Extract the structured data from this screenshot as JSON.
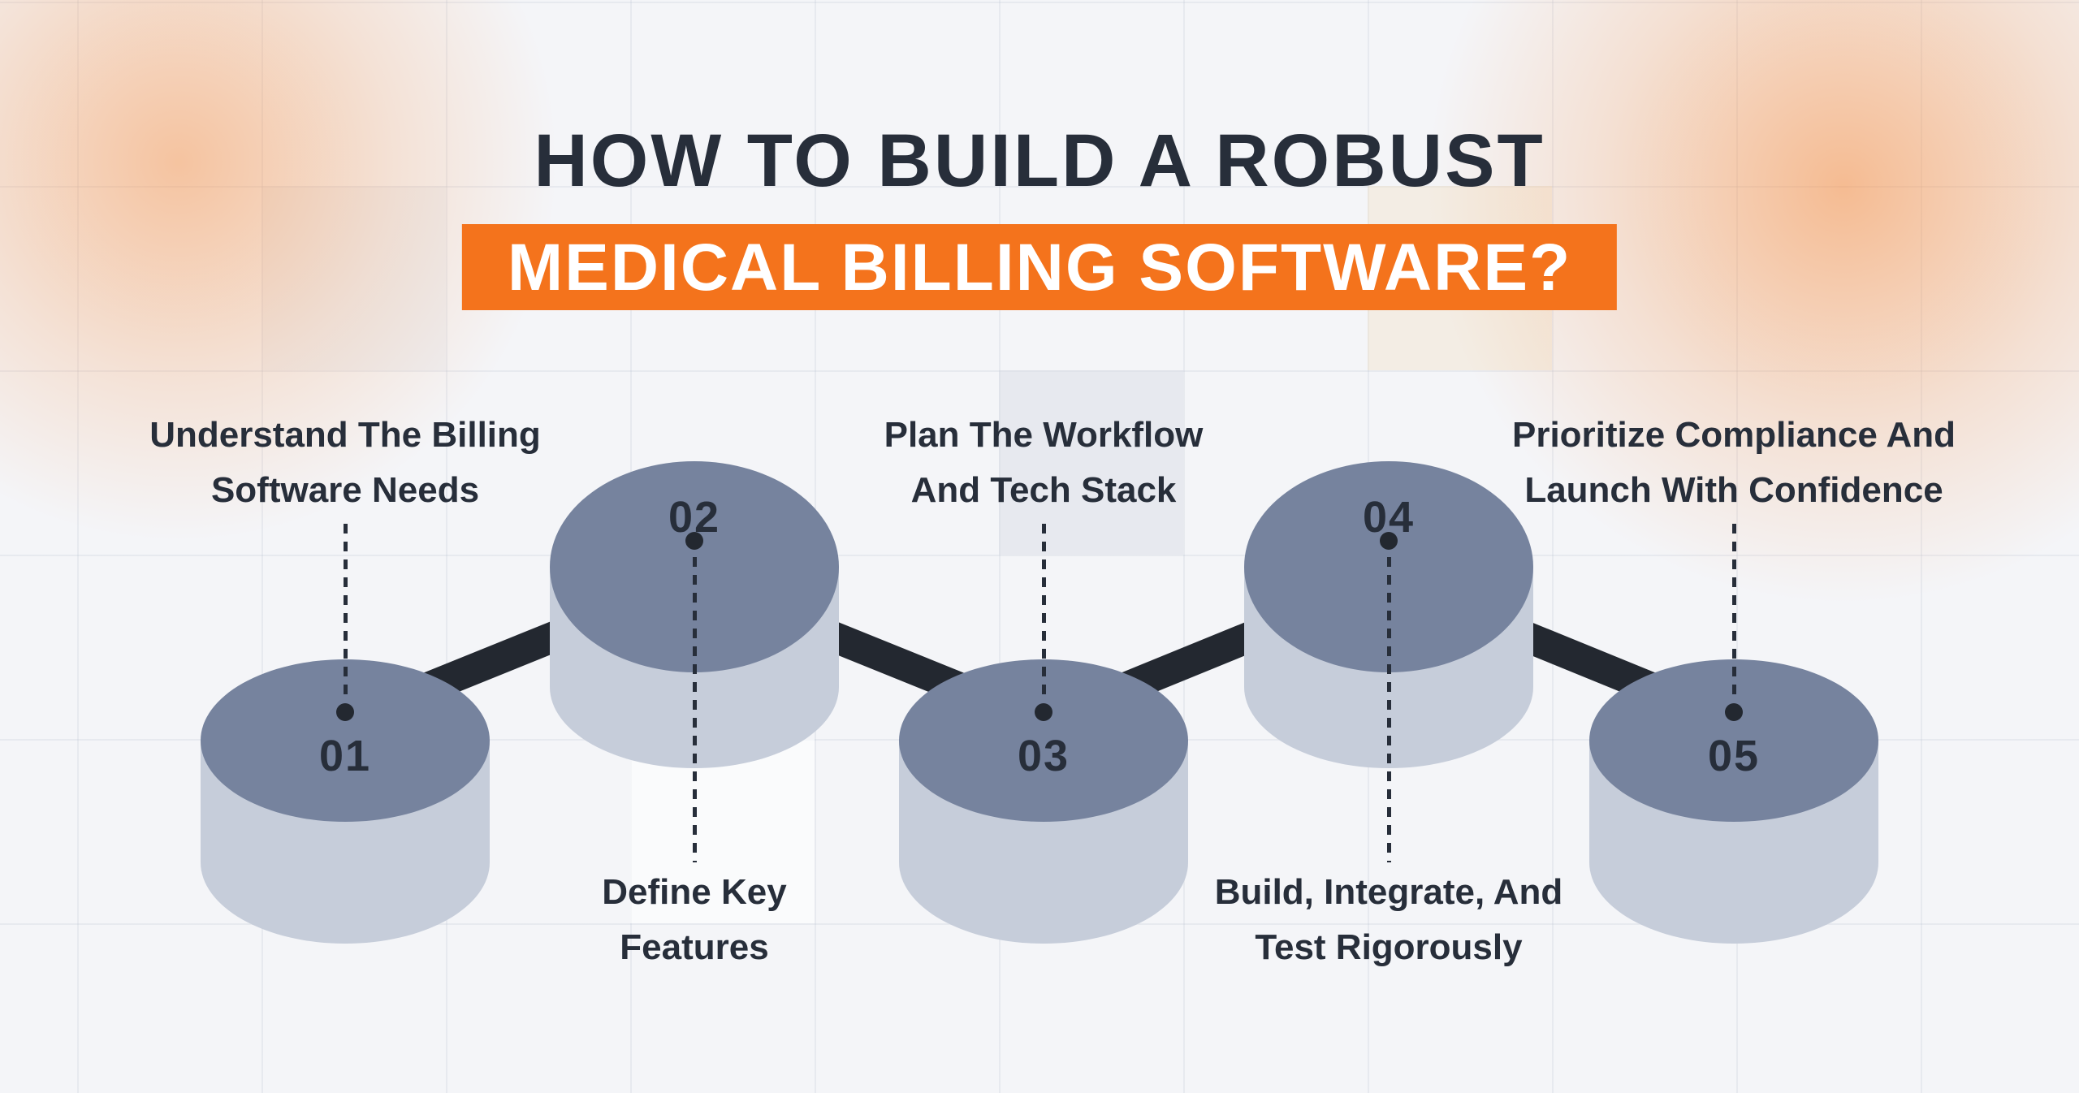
{
  "colors": {
    "background": "#F4F5F8",
    "accent_orange": "#F4731C",
    "ink_dark": "#272E3A",
    "cylinder_top": "#76839E",
    "cylinder_body": "#C6CDDA",
    "connector_bar": "#232830"
  },
  "header": {
    "title_line1": "HOW TO BUILD A ROBUST",
    "title_line2": "MEDICAL BILLING SOFTWARE?"
  },
  "steps": [
    {
      "number": "01",
      "label_line1": "Understand The Billing",
      "label_line2": "Software Needs",
      "label_position": "above"
    },
    {
      "number": "02",
      "label_line1": "Define Key",
      "label_line2": "Features",
      "label_position": "below"
    },
    {
      "number": "03",
      "label_line1": "Plan The Workflow",
      "label_line2": "And Tech Stack",
      "label_position": "above"
    },
    {
      "number": "04",
      "label_line1": "Build, Integrate, And",
      "label_line2": "Test Rigorously",
      "label_position": "below"
    },
    {
      "number": "05",
      "label_line1": "Prioritize Compliance And",
      "label_line2": "Launch With Confidence",
      "label_position": "above"
    }
  ]
}
